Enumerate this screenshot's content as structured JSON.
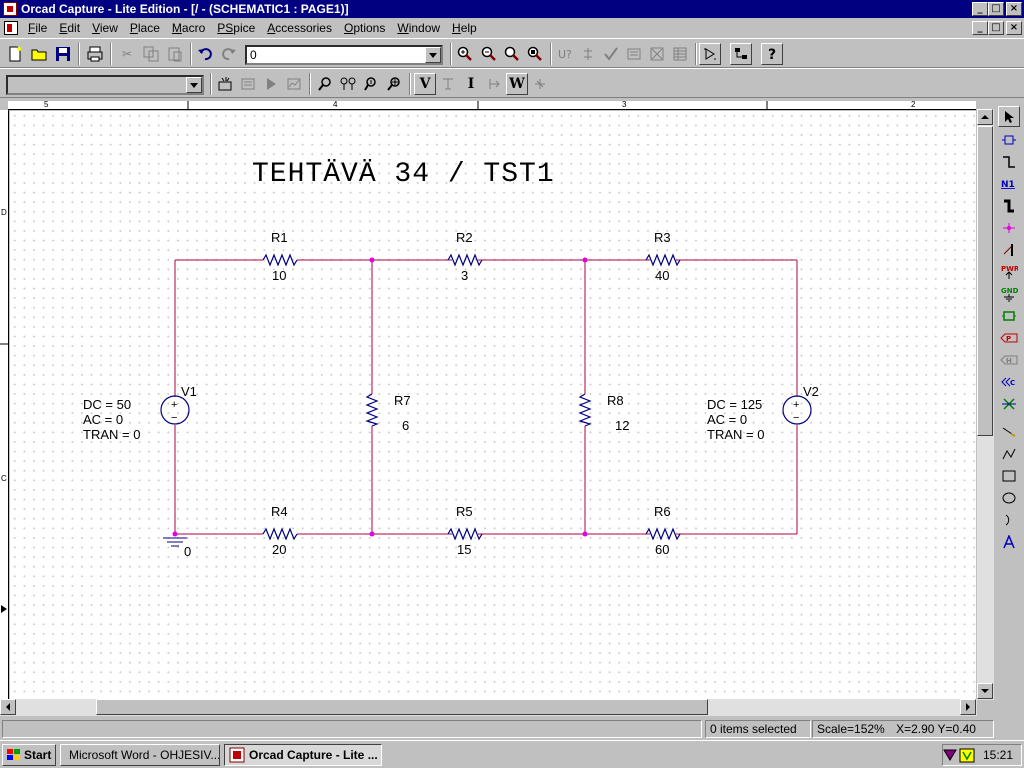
{
  "window": {
    "title": "Orcad Capture - Lite Edition - [/ - (SCHEMATIC1 : PAGE1)]",
    "controls": {
      "minimize": "_",
      "maximize": "□",
      "close": "×"
    }
  },
  "menu": {
    "items": [
      {
        "accel": "F",
        "rest": "ile"
      },
      {
        "accel": "E",
        "rest": "dit"
      },
      {
        "accel": "V",
        "rest": "iew"
      },
      {
        "accel": "P",
        "rest": "lace"
      },
      {
        "accel": "M",
        "rest": "acro"
      },
      {
        "accel": "PS",
        "rest": "pice"
      },
      {
        "accel": "A",
        "rest": "ccessories"
      },
      {
        "accel": "O",
        "rest": "ptions"
      },
      {
        "accel": "W",
        "rest": "indow"
      },
      {
        "accel": "H",
        "rest": "elp"
      }
    ]
  },
  "toolbar": {
    "part_combo_value": "0",
    "text_buttons": {
      "v": "V",
      "i": "I",
      "w": "W"
    }
  },
  "ruler": {
    "top_labels": [
      "5",
      "4",
      "3",
      "2"
    ],
    "left_labels": [
      "D",
      "C"
    ]
  },
  "schematic": {
    "title": "TEHTÄVÄ 34 / TST1",
    "wire_color": "#b00040",
    "junction_color": "#e000e0",
    "resistors": [
      {
        "name": "R1",
        "value": "10"
      },
      {
        "name": "R2",
        "value": "3"
      },
      {
        "name": "R3",
        "value": "40"
      },
      {
        "name": "R4",
        "value": "20"
      },
      {
        "name": "R5",
        "value": "15"
      },
      {
        "name": "R6",
        "value": "60"
      },
      {
        "name": "R7",
        "value": "6"
      },
      {
        "name": "R8",
        "value": "12"
      }
    ],
    "sources": [
      {
        "name": "V1",
        "dc": "DC = 50",
        "ac": "AC = 0",
        "tran": "TRAN = 0"
      },
      {
        "name": "V2",
        "dc": "DC = 125",
        "ac": "AC = 0",
        "tran": "TRAN = 0"
      }
    ],
    "ground_label": "0",
    "plus": "+",
    "minus": "−"
  },
  "status": {
    "selection": "0 items selected",
    "scale": "Scale=152%",
    "coords": "X=2.90  Y=0.40"
  },
  "taskbar": {
    "start": "Start",
    "tasks": [
      "Microsoft Word - OHJESIV...",
      "Orcad Capture - Lite ..."
    ],
    "clock": "15:21"
  }
}
